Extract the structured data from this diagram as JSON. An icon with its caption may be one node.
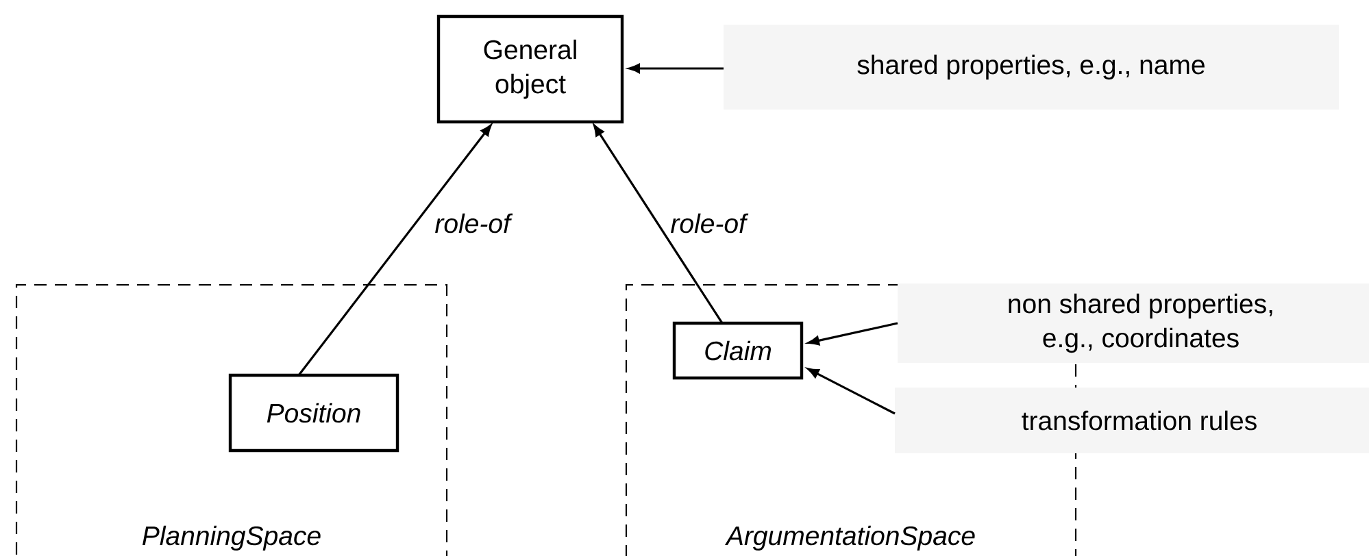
{
  "diagram": {
    "nodes": [
      {
        "text": [
          "General object"
        ]
      },
      {
        "text": [
          "PlanningSpace"
        ]
      },
      {
        "text": [
          "Position"
        ],
        "in": 1
      },
      {
        "text": [
          "ArgumentationSpace"
        ]
      },
      {
        "text": [
          "Claim"
        ],
        "in": 3
      },
      {
        "text": [
          "shared properties, e.g., name"
        ]
      },
      {
        "text": [
          "non shared properties, e.g., coordinates"
        ]
      },
      {
        "text": [
          "transformation rules"
        ]
      }
    ],
    "edges": [
      {
        "from": 2,
        "to": 0,
        "arrow": "to",
        "label": "role-of"
      },
      {
        "from": 4,
        "to": 0,
        "arrow": "to",
        "label": "role-of"
      },
      {
        "from": 5,
        "to": 0,
        "arrow": "to"
      },
      {
        "from": 6,
        "to": 4,
        "arrow": "to"
      },
      {
        "from": 7,
        "to": 4,
        "arrow": "to"
      }
    ]
  }
}
